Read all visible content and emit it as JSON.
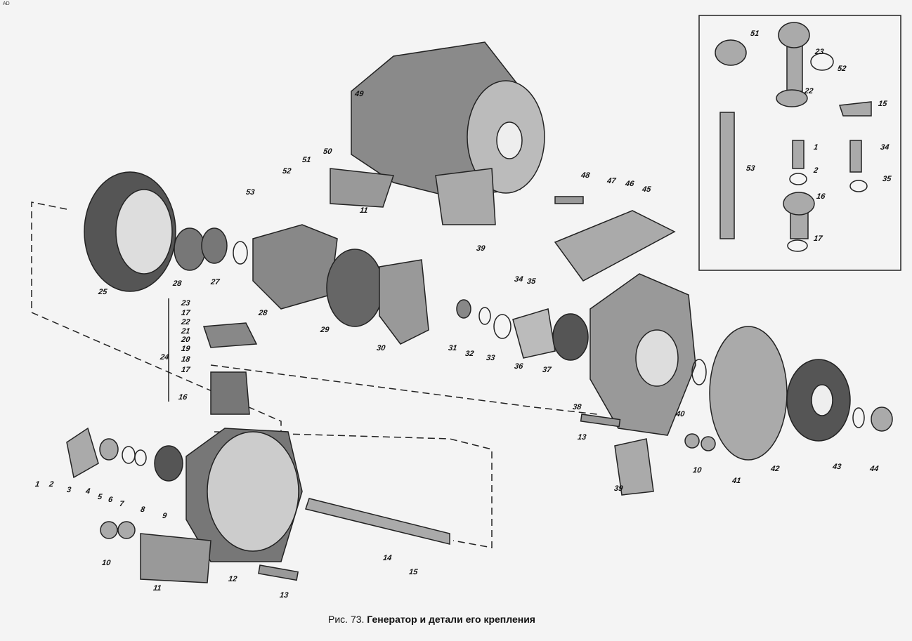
{
  "corner_mark": "AD",
  "caption": {
    "prefix": "Рис. 73.",
    "title": "Генератор и детали его крепления"
  },
  "labels": [
    "51",
    "23",
    "52",
    "22",
    "15",
    "1",
    "34",
    "2",
    "35",
    "53",
    "16",
    "17",
    "49",
    "50",
    "51",
    "52",
    "53",
    "11",
    "39",
    "48",
    "47",
    "46",
    "45",
    "25",
    "28",
    "27",
    "28",
    "29",
    "30",
    "31",
    "32",
    "33",
    "36",
    "37",
    "34",
    "35",
    "38",
    "40",
    "13",
    "39",
    "10",
    "41",
    "42",
    "43",
    "44",
    "23",
    "17",
    "22",
    "21",
    "20",
    "19",
    "18",
    "24",
    "17",
    "16",
    "1",
    "2",
    "3",
    "4",
    "5",
    "6",
    "7",
    "8",
    "9",
    "10",
    "11",
    "12",
    "13",
    "14",
    "15"
  ]
}
